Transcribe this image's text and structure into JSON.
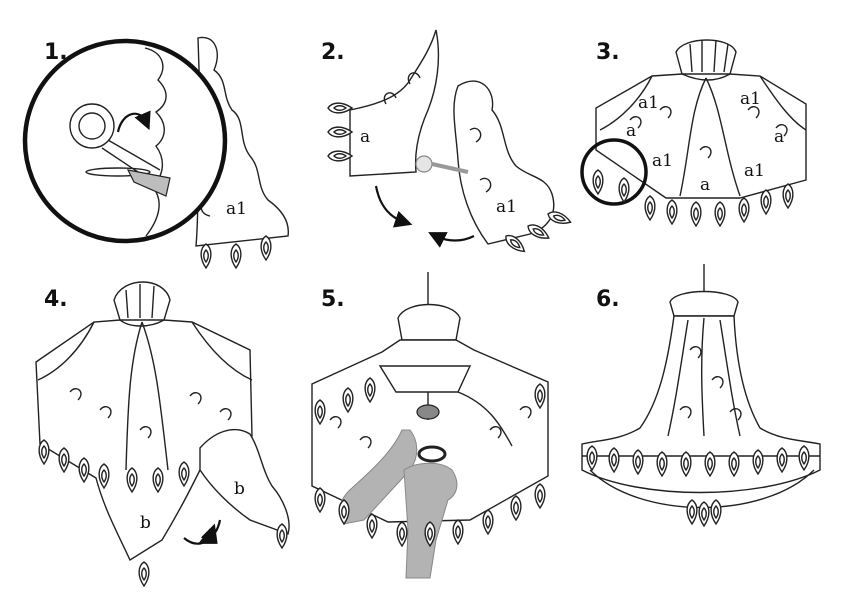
{
  "steps": [
    {
      "number": "1.",
      "labels": [
        "a1"
      ]
    },
    {
      "number": "2.",
      "labels": [
        "a",
        "a1"
      ]
    },
    {
      "number": "3.",
      "labels": [
        "a1",
        "a1",
        "a",
        "a",
        "a1",
        "a1",
        "a"
      ]
    },
    {
      "number": "4.",
      "labels": [
        "b",
        "b"
      ]
    },
    {
      "number": "5.",
      "labels": []
    },
    {
      "number": "6.",
      "labels": []
    }
  ],
  "colors": {
    "ink": "#222222",
    "hand": "#b3b3b3",
    "background": "#ffffff"
  }
}
